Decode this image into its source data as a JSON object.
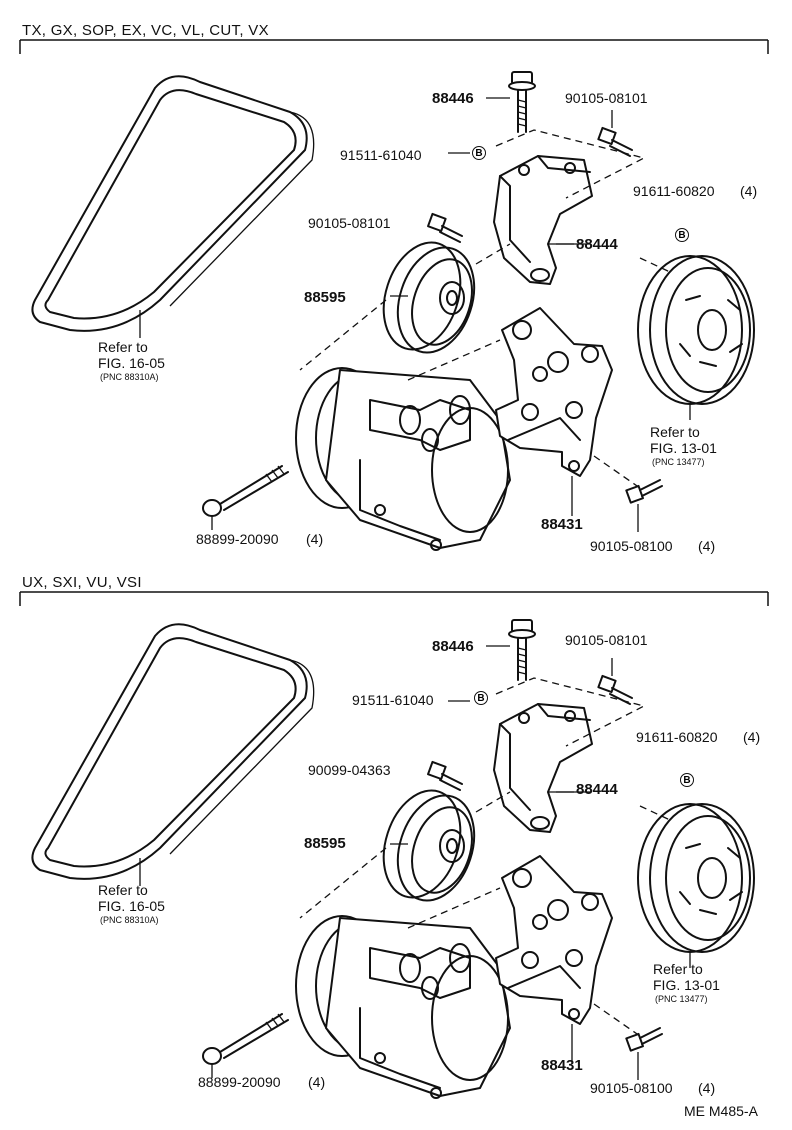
{
  "sections": [
    {
      "header": "TX, GX, SOP, EX, VC, VL, CUT, VX",
      "labels": {
        "bolt_88446": "88446",
        "bolt_90105_08101_top": "90105-08101",
        "part_91511": "91511-61040",
        "part_91611": "91611-60820",
        "qty_91611": "(4)",
        "bolt_side": "90105-08101",
        "bracket_88444": "88444",
        "pulley_88595": "88595",
        "belt_ref1": "Refer to",
        "belt_ref2": "FIG. 16-05",
        "belt_ref3": "(PNC 88310A)",
        "crank_ref1": "Refer to",
        "crank_ref2": "FIG. 13-01",
        "crank_ref3": "(PNC 13477)",
        "bracket_88431": "88431",
        "bolt_88899": "88899-20090",
        "qty_88899": "(4)",
        "bolt_90105_08100": "90105-08100",
        "qty_90105_08100": "(4)",
        "b_mark": "B"
      }
    },
    {
      "header": "UX, SXI, VU, VSI",
      "labels": {
        "bolt_88446": "88446",
        "bolt_90105_08101_top": "90105-08101",
        "part_91511": "91511-61040",
        "part_91611": "91611-60820",
        "qty_91611": "(4)",
        "bolt_side": "90099-04363",
        "bracket_88444": "88444",
        "pulley_88595": "88595",
        "belt_ref1": "Refer to",
        "belt_ref2": "FIG. 16-05",
        "belt_ref3": "(PNC 88310A)",
        "crank_ref1": "Refer to",
        "crank_ref2": "FIG. 13-01",
        "crank_ref3": "(PNC 13477)",
        "bracket_88431": "88431",
        "bolt_88899": "88899-20090",
        "qty_88899": "(4)",
        "bolt_90105_08100": "90105-08100",
        "qty_90105_08100": "(4)",
        "b_mark": "B"
      }
    }
  ],
  "footer_code": "ME M485-A"
}
